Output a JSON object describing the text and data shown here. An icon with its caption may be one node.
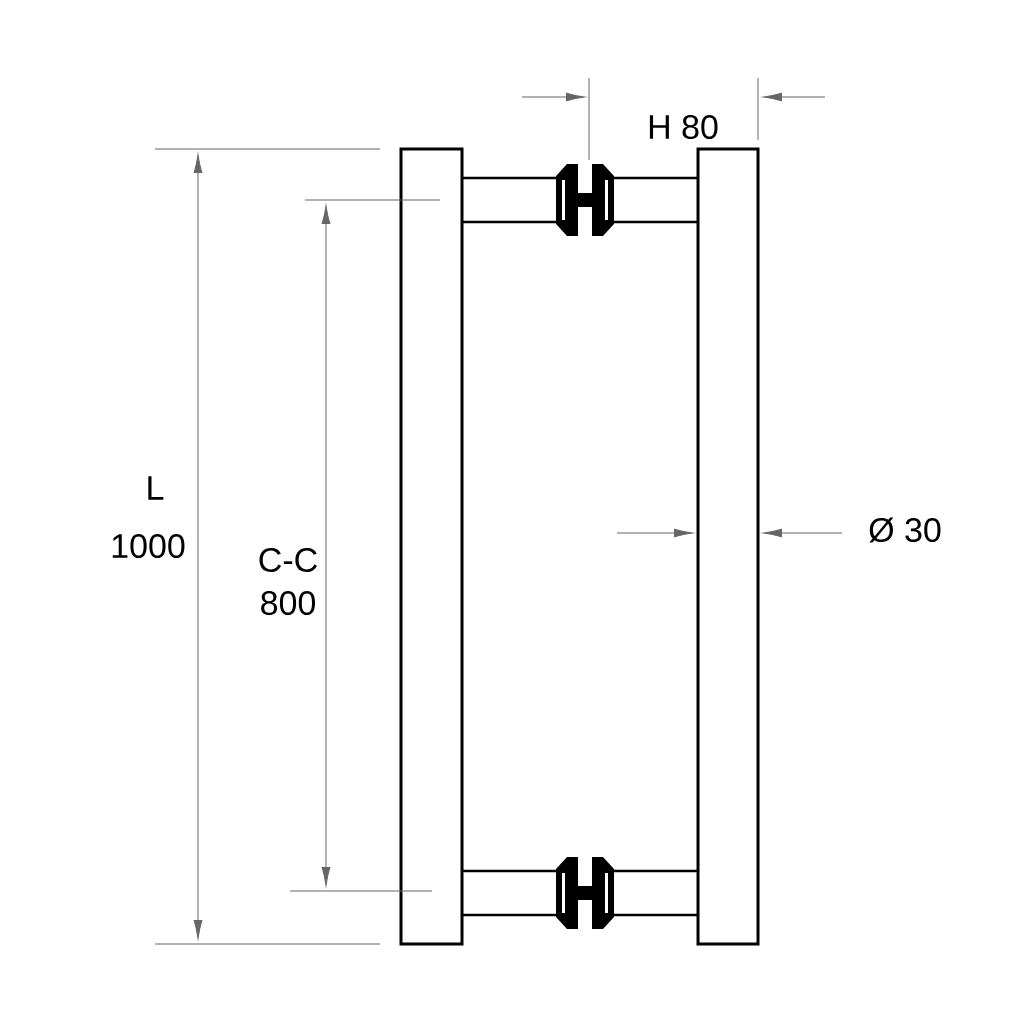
{
  "diagram": {
    "labels": [
      "H 80",
      "L",
      "1000",
      "C-C",
      "800",
      "Ø 30"
    ]
  }
}
